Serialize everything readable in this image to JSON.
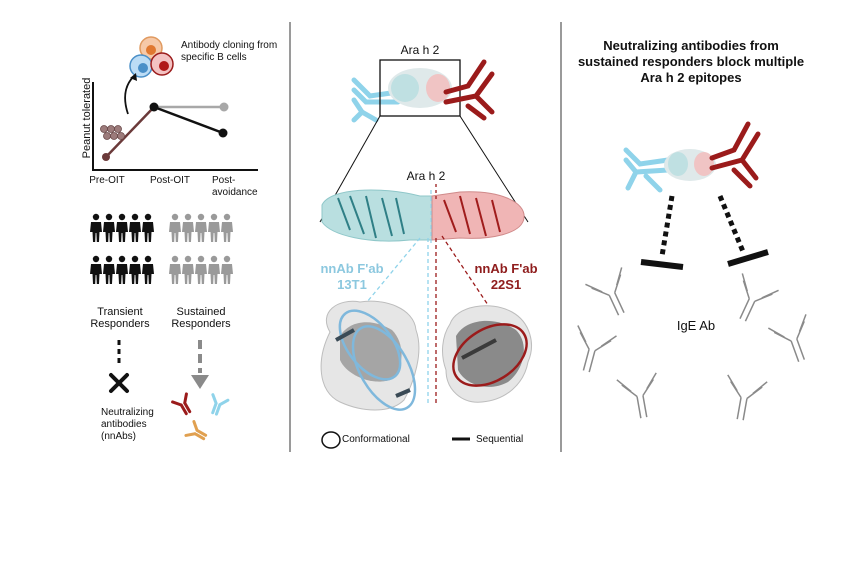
{
  "left_panel": {
    "cloning_label": "Antibody cloning from specific B cells",
    "y_label": "Peanut tolerated",
    "x_ticks": [
      "Pre-OIT",
      "Post-OIT",
      "Post-avoidance"
    ],
    "group_transient": "Transient Responders",
    "group_sustained": "Sustained Responders",
    "nnabs_label": "Neutralizing antibodies (nnAbs)"
  },
  "middle_panel": {
    "top_label": "Ara h 2",
    "zoom_label": "Ara h 2",
    "fab_left_name": "nnAb F'ab",
    "fab_left_id": "13T1",
    "fab_right_name": "nnAb F'ab",
    "fab_right_id": "22S1",
    "legend_conformational": "Conformational",
    "legend_sequential": "Sequential"
  },
  "right_panel": {
    "title": "Neutralizing antibodies from sustained responders block multiple Ara h 2 epitopes",
    "ige_label": "IgE Ab"
  },
  "colors": {
    "light_blue": "#8fd3ea",
    "dark_red": "#9b1b1b",
    "divider": "#9a9a9a",
    "person_dark": "#111111",
    "person_gray": "#9a9a9a",
    "blue_text": "#8cc8df",
    "red_text": "#8f1d1d",
    "orange": "#e0a050"
  }
}
